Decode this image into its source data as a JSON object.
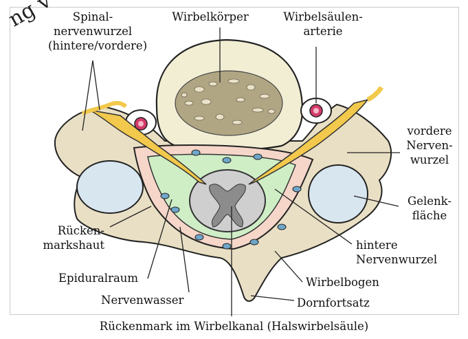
{
  "labels": {
    "spinal_root": "Spinal-\nnervenwurzel\n(hintere/vordere)",
    "vertebral_body": "Wirbelkörper",
    "vertebral_artery": "Wirbelsäulen-\narterie",
    "anterior_root": "vordere\nNerven-\nwurzel",
    "joint_surface": "Gelenk-\nfläche",
    "posterior_root": "hintere\nNervenwurzel",
    "dura": "Rücken-\nmarkshaut",
    "epidural": "Epiduralraum",
    "csf": "Nervenwasser",
    "vertebral_arch": "Wirbelbogen",
    "spinous_process": "Dornfortsatz"
  },
  "caption": "Rückenmark im Wirbelkanal (Halswirbelsäule)",
  "watermark": "ng v"
}
